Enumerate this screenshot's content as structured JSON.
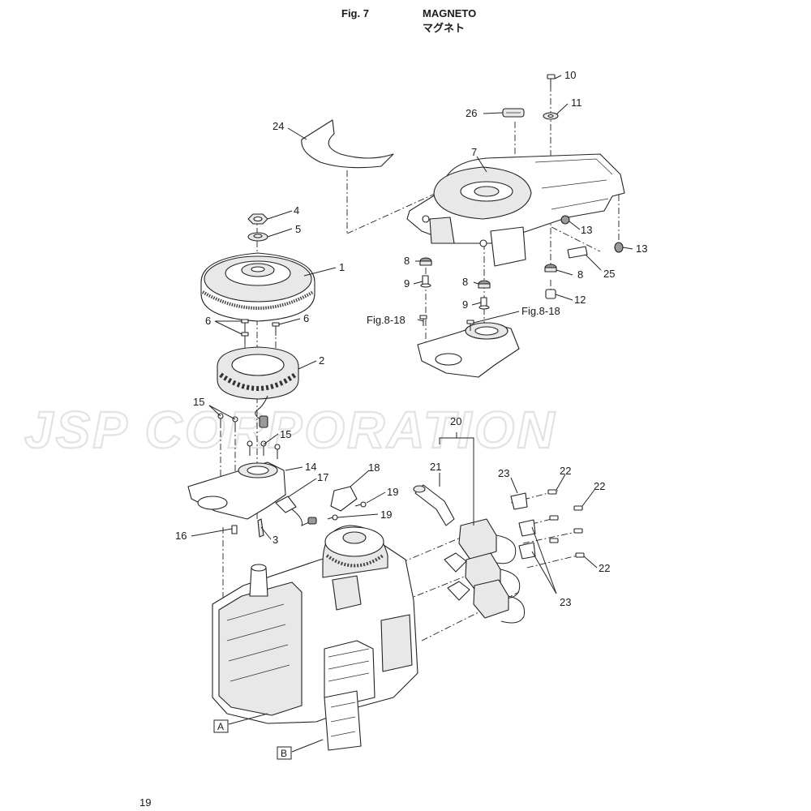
{
  "header": {
    "fig_label": "Fig. 7",
    "title": "MAGNETO",
    "title_jp": "マグネト"
  },
  "watermark": "JSP CORPORATION",
  "callouts": {
    "p1": "1",
    "p2": "2",
    "p3": "3",
    "p4": "4",
    "p5": "5",
    "p6a": "6",
    "p6b": "6",
    "p7": "7",
    "p8a": "8",
    "p8b": "8",
    "p8c": "8",
    "p9a": "9",
    "p9b": "9",
    "p10": "10",
    "p11": "11",
    "p12": "12",
    "p13a": "13",
    "p13b": "13",
    "p14": "14",
    "p15a": "15",
    "p15b": "15",
    "p16": "16",
    "p17": "17",
    "p18": "18",
    "p19a": "19",
    "p19b": "19",
    "p20": "20",
    "p21": "21",
    "p22a": "22",
    "p22b": "22",
    "p22c": "22",
    "p23a": "23",
    "p23b": "23",
    "p24": "24",
    "p25": "25",
    "p26": "26"
  },
  "references": {
    "fig818_left": "Fig.8-18",
    "fig818_right": "Fig.8-18",
    "box_a": "A",
    "box_b": "B"
  },
  "page_number": "19"
}
